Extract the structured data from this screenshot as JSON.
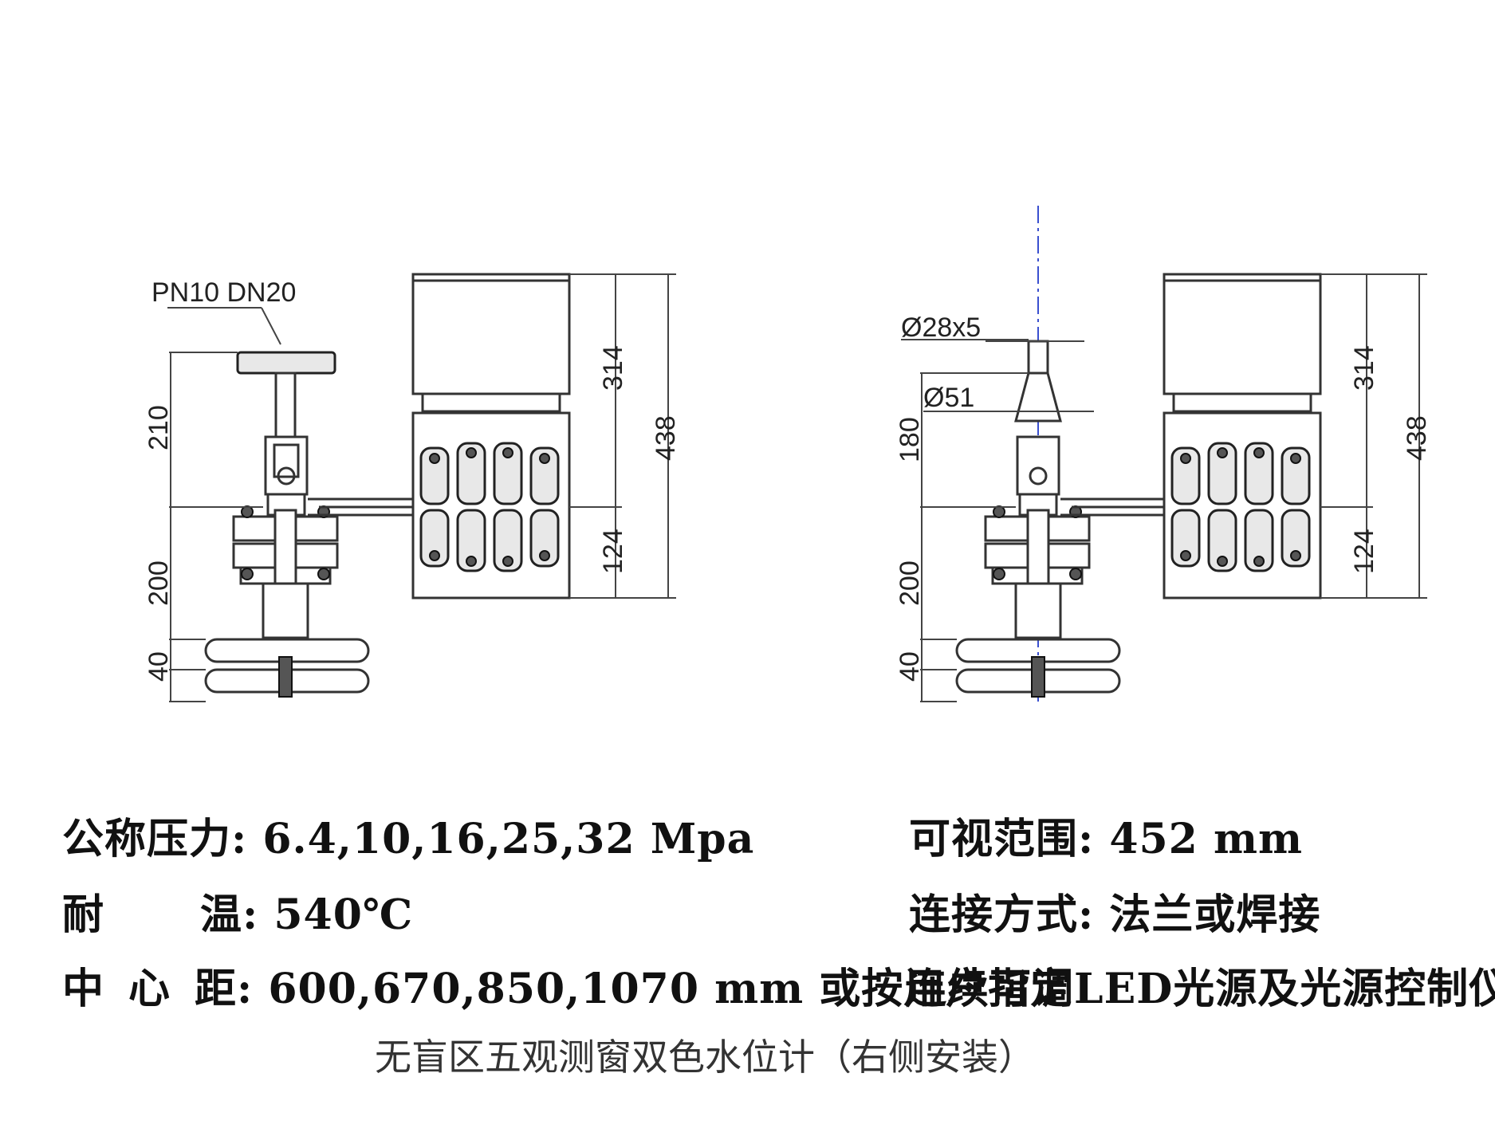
{
  "left_view": {
    "valve_label": "PN10  DN20",
    "dims": {
      "top": "210",
      "mid": "200",
      "bottom": "40",
      "upper": "314",
      "lower": "124",
      "total": "438"
    }
  },
  "right_view": {
    "pipe_label": "Ø28x5",
    "flange_label": "Ø51",
    "dims": {
      "top": "180",
      "mid": "200",
      "bottom": "40",
      "upper": "314",
      "lower": "124",
      "total": "438"
    }
  },
  "specs": {
    "pressure_label": "公称压力:",
    "pressure_value": "6.4,10,16,25,32 Mpa",
    "temp_label_a": "耐",
    "temp_label_b": "温:",
    "temp_value": "540℃",
    "center_label_a": "中",
    "center_label_b": "心",
    "center_label_c": "距:",
    "center_value": "600,670,850,1070 mm 或按用户指定",
    "range_label": "可视范围:",
    "range_value": "452 mm",
    "connection_label": "连接方式:",
    "connection_value": "法兰或焊接",
    "light_source": "连续可调LED光源及光源控制仪"
  },
  "caption": "无盲区五观测窗双色水位计（右侧安装）",
  "colors": {
    "line": "#333333",
    "centerline": "#3a4fcf",
    "background": "#ffffff"
  }
}
